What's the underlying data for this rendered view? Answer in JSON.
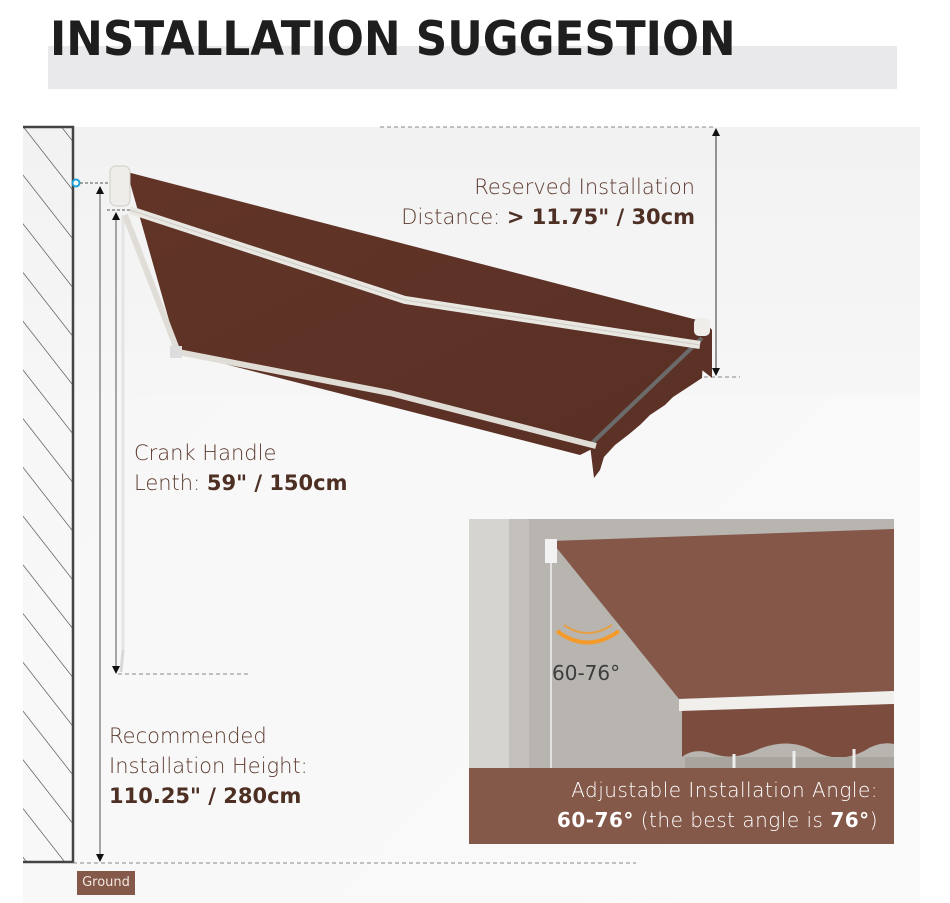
{
  "header": {
    "title": "INSTALLATION SUGGESTION"
  },
  "annotations": {
    "reserved_distance": {
      "line1": "Reserved Installation",
      "prefix": "Distance: ",
      "value": "> 11.75\" / 30cm"
    },
    "crank_handle": {
      "line1": "Crank Handle",
      "prefix": "Lenth: ",
      "value": "59\" / 150cm"
    },
    "recommended_height": {
      "line1": "Recommended",
      "line2": "Installation Height:",
      "value": "110.25\" / 280cm"
    },
    "ground_label": "Ground"
  },
  "inset": {
    "angle_badge": "60-76°",
    "caption_line1": "Adjustable Installation Angle:",
    "caption_range": "60-76°",
    "caption_middle": " (the best angle is ",
    "caption_best": "76°",
    "caption_end": ")"
  },
  "colors": {
    "awning_fabric": "#5e3327",
    "accent_brown": "#85594a",
    "text_brown": "#5b3a2e",
    "frame_white": "#e8e6e0",
    "angle_orange": "#f39a2b",
    "marker_blue": "#1aa3d6"
  },
  "icons": {
    "wall": "hatched-wall",
    "angle": "angle-arc-icon",
    "anchor": "mount-point-marker"
  }
}
